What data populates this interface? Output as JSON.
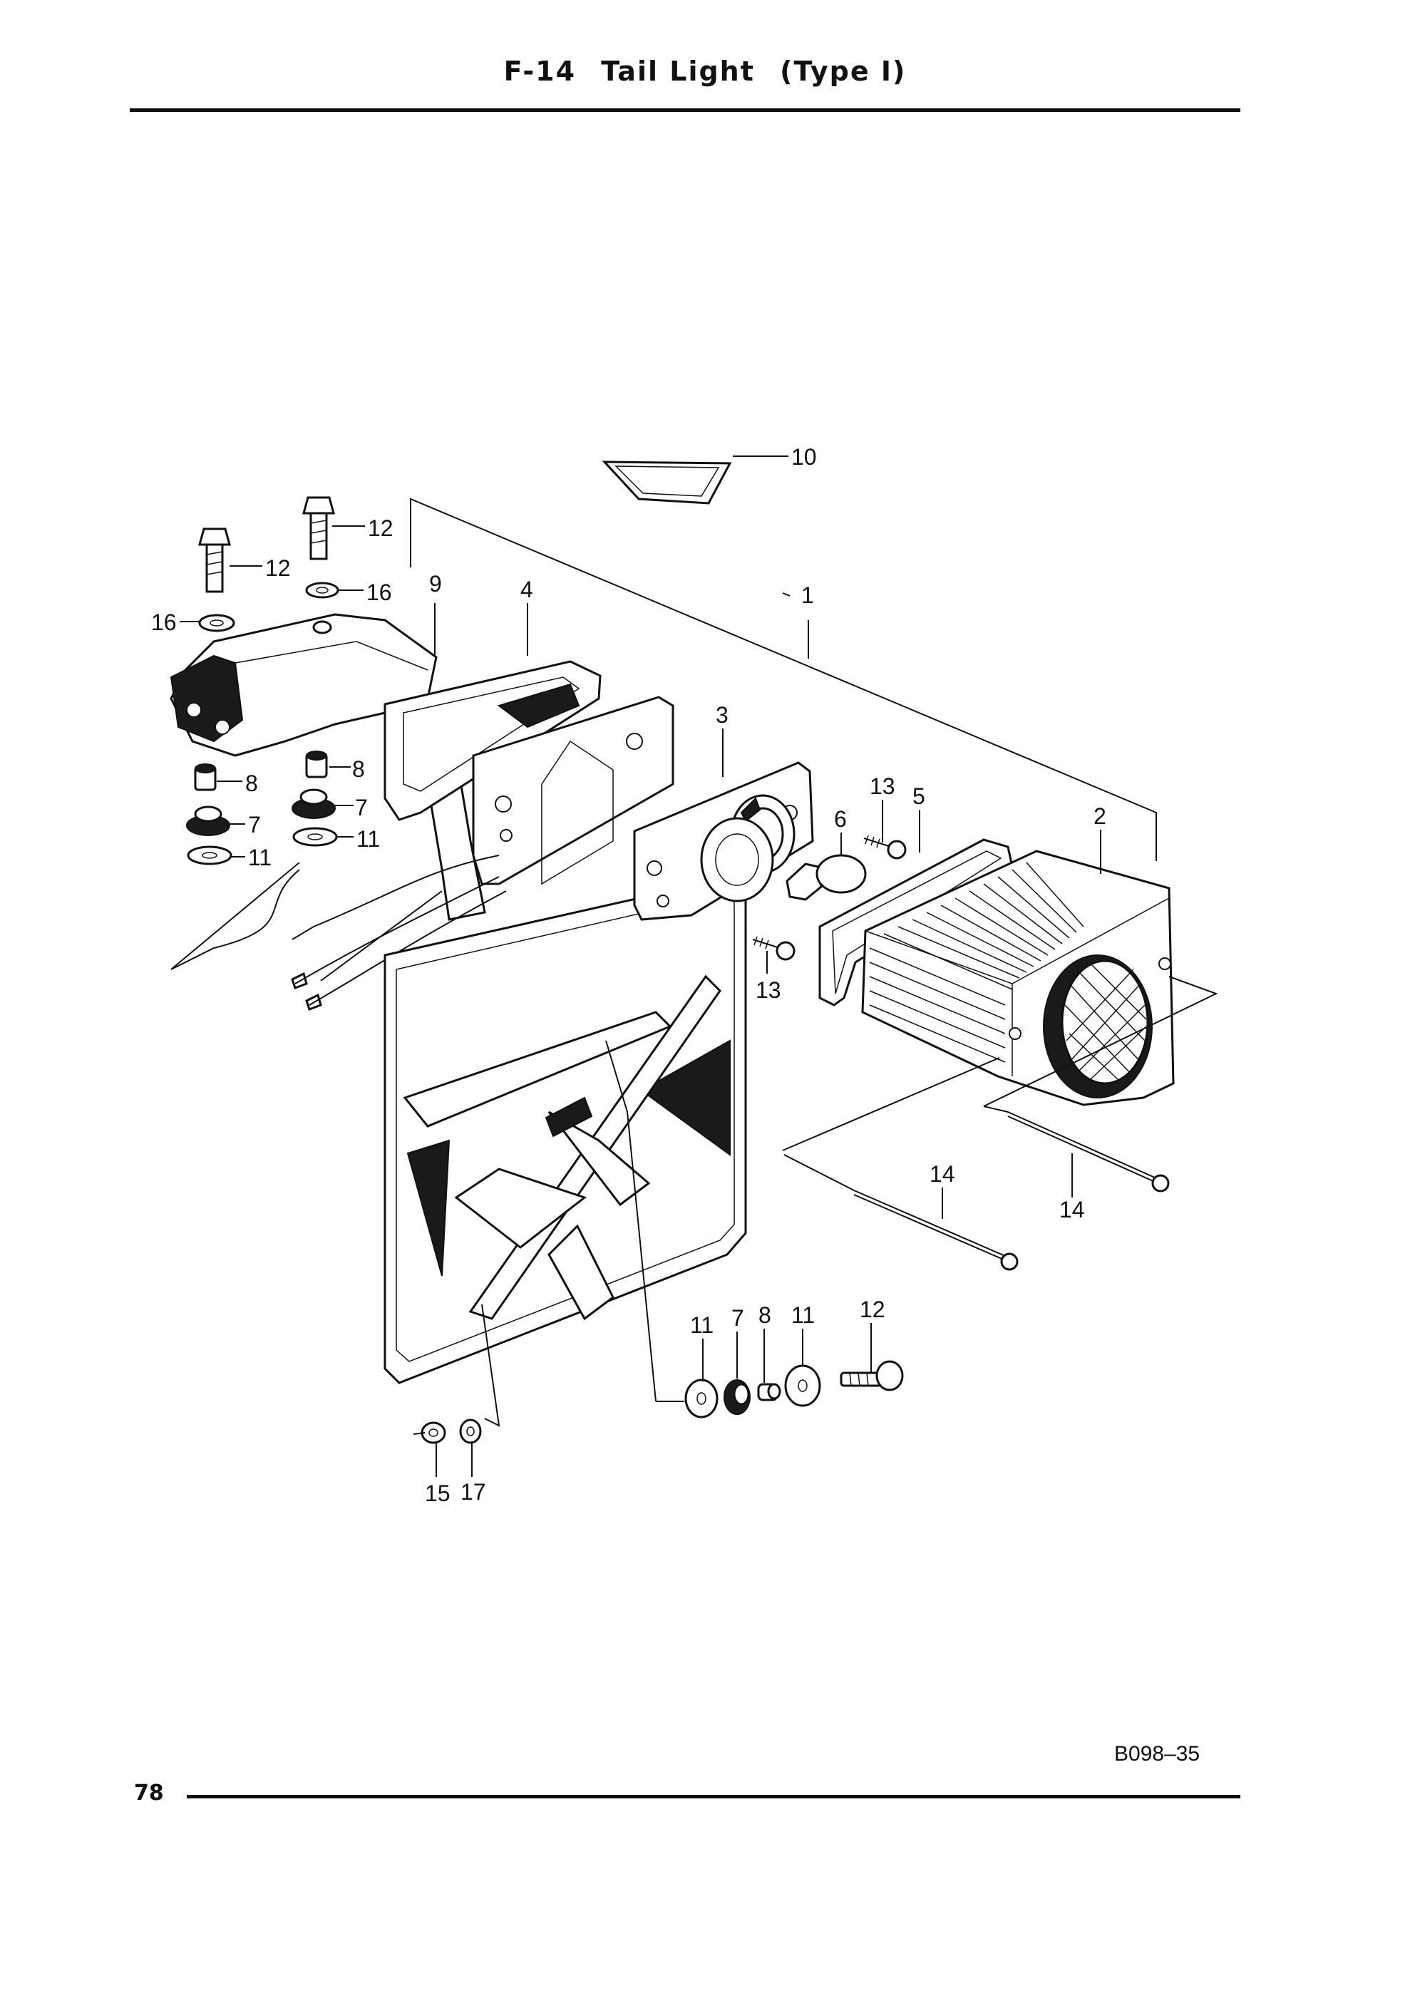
{
  "header": {
    "code": "F-14",
    "name": "Tail Light",
    "type": "(Type I)"
  },
  "footer": {
    "page_number": "78",
    "figure_code": "B098–35"
  },
  "callouts": [
    {
      "id": "c10",
      "label": "10"
    },
    {
      "id": "c12a",
      "label": "12"
    },
    {
      "id": "c12b",
      "label": "12"
    },
    {
      "id": "c16a",
      "label": "16"
    },
    {
      "id": "c16b",
      "label": "16"
    },
    {
      "id": "c9",
      "label": "9"
    },
    {
      "id": "c4",
      "label": "4"
    },
    {
      "id": "c1",
      "label": "1"
    },
    {
      "id": "c3",
      "label": "3"
    },
    {
      "id": "c8a",
      "label": "8"
    },
    {
      "id": "c8b",
      "label": "8"
    },
    {
      "id": "c7a",
      "label": "7"
    },
    {
      "id": "c7b",
      "label": "7"
    },
    {
      "id": "c11a",
      "label": "11"
    },
    {
      "id": "c11b",
      "label": "11"
    },
    {
      "id": "c13a",
      "label": "13"
    },
    {
      "id": "c5",
      "label": "5"
    },
    {
      "id": "c6",
      "label": "6"
    },
    {
      "id": "c2",
      "label": "2"
    },
    {
      "id": "c13b",
      "label": "13"
    },
    {
      "id": "c14a",
      "label": "14"
    },
    {
      "id": "c14b",
      "label": "14"
    },
    {
      "id": "c11c",
      "label": "11"
    },
    {
      "id": "c7c",
      "label": "7"
    },
    {
      "id": "c8c",
      "label": "8"
    },
    {
      "id": "c11d",
      "label": "11"
    },
    {
      "id": "c12c",
      "label": "12"
    },
    {
      "id": "c15",
      "label": "15"
    },
    {
      "id": "c17",
      "label": "17"
    }
  ]
}
